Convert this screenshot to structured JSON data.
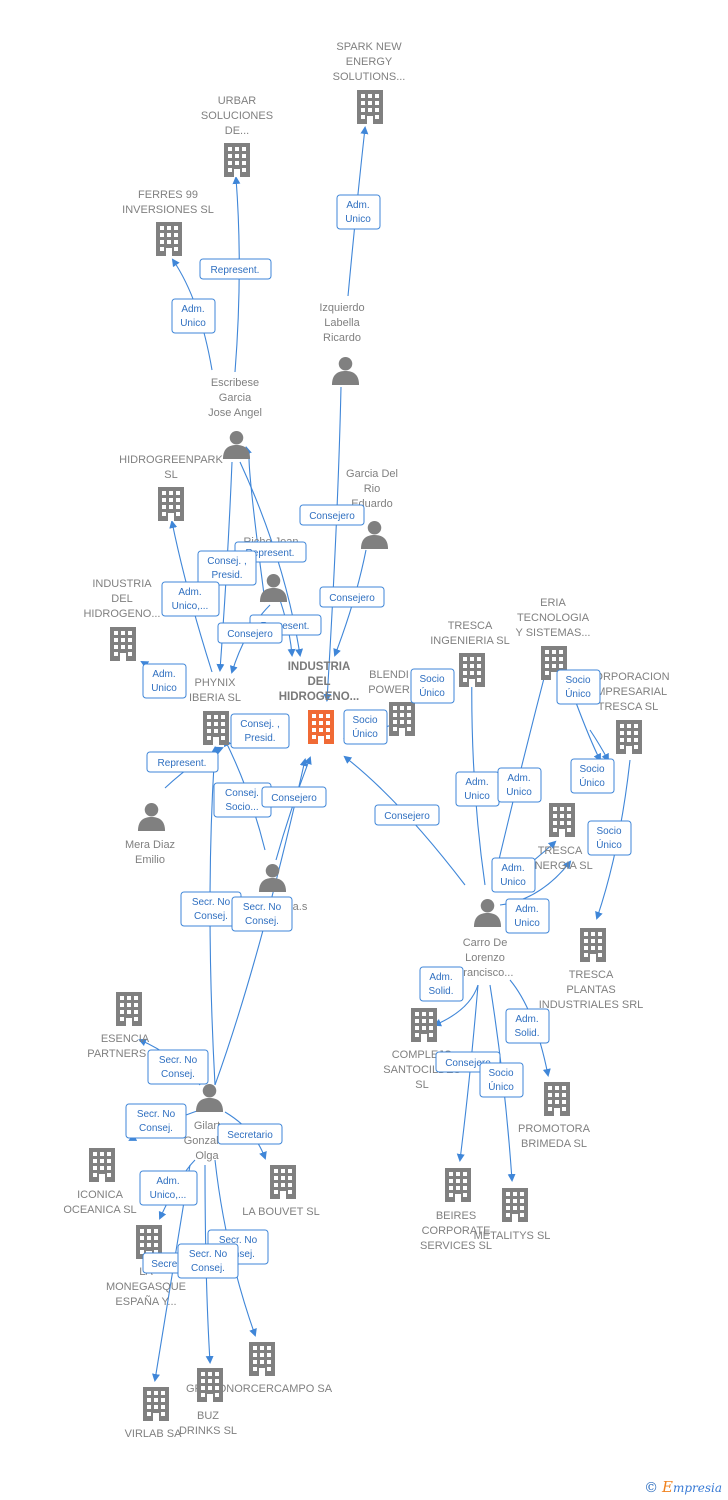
{
  "center": {
    "label": "INDUSTRIA DEL HIDROGENO...",
    "icon": "building-icon",
    "color": "#f06a35"
  },
  "nodes": [
    {
      "id": "spark",
      "type": "company",
      "label": "SPARK NEW ENERGY SOLUTIONS..."
    },
    {
      "id": "urbar",
      "type": "company",
      "label": "URBAR SOLUCIONES DE..."
    },
    {
      "id": "ferres",
      "type": "company",
      "label": "FERRES 99 INVERSIONES SL"
    },
    {
      "id": "izquierdo",
      "type": "person",
      "label": "Izquierdo Labella Ricardo"
    },
    {
      "id": "escribese",
      "type": "person",
      "label": "Escribese Garcia Jose Angel"
    },
    {
      "id": "hidrogreen",
      "type": "company",
      "label": "HIDROGREENPARK SL"
    },
    {
      "id": "garciadelrio",
      "type": "person",
      "label": "Garcia Del Rio Eduardo"
    },
    {
      "id": "richejean",
      "type": "person",
      "label": "Riche Jean"
    },
    {
      "id": "industria2",
      "type": "company",
      "label": "INDUSTRIA DEL HIDROGENO..."
    },
    {
      "id": "phynix",
      "type": "company",
      "label": "PHYNIX IBERIA SL"
    },
    {
      "id": "blendi",
      "type": "company",
      "label": "BLENDI POWER"
    },
    {
      "id": "tresca_ing",
      "type": "company",
      "label": "TRESCA INGENIERIA SL"
    },
    {
      "id": "eria",
      "type": "company",
      "label": "ERIA TECNOLOGIA Y SISTEMAS..."
    },
    {
      "id": "corporacion",
      "type": "company",
      "label": "CORPORACION EMPRESARIAL TRESCA SL"
    },
    {
      "id": "mera",
      "type": "person",
      "label": "Mera Diaz Emilio"
    },
    {
      "id": "tresca_energia",
      "type": "company",
      "label": "TRESCA ENERGIA SL"
    },
    {
      "id": "person_s",
      "type": "person",
      "label": "a.s"
    },
    {
      "id": "carro",
      "type": "person",
      "label": "Carro De Lorenzo Francisco..."
    },
    {
      "id": "tresca_plantas",
      "type": "company",
      "label": "TRESCA PLANTAS INDUSTRIALES SRL"
    },
    {
      "id": "esencia",
      "type": "company",
      "label": "ESENCIA PARTNERS SL"
    },
    {
      "id": "complejo",
      "type": "company",
      "label": "COMPLEJO SANTOCILDES SL"
    },
    {
      "id": "gilart",
      "type": "person",
      "label": "Gilart Gonzalez Olga"
    },
    {
      "id": "promotora",
      "type": "company",
      "label": "PROMOTORA BRIMEDA SL"
    },
    {
      "id": "iconica",
      "type": "company",
      "label": "ICONICA OCEANICA SL"
    },
    {
      "id": "labouvet",
      "type": "company",
      "label": "LA BOUVET SL"
    },
    {
      "id": "beires",
      "type": "company",
      "label": "BEIRES CORPORATE SERVICES SL"
    },
    {
      "id": "metalitys",
      "type": "company",
      "label": "METALITYS SL"
    },
    {
      "id": "monegasque",
      "type": "company",
      "label": "LA MONEGASQUE ESPAÑA Y..."
    },
    {
      "id": "gruponor",
      "type": "company",
      "label": "GRUPONORCERCAMPO SA"
    },
    {
      "id": "buz",
      "type": "company",
      "label": "BUZ DRINKS SL"
    },
    {
      "id": "virlab",
      "type": "company",
      "label": "VIRLAB SA"
    }
  ],
  "relations": [
    {
      "label": "Adm. Unico"
    },
    {
      "label": "Represent."
    },
    {
      "label": "Adm. Unico"
    },
    {
      "label": "Consejero"
    },
    {
      "label": "Represent."
    },
    {
      "label": "Consej. , Presid."
    },
    {
      "label": "Adm. Unico,..."
    },
    {
      "label": "Consejero"
    },
    {
      "label": "Represent."
    },
    {
      "label": "Consejero"
    },
    {
      "label": "Adm. Unico"
    },
    {
      "label": "Consej. , Presid."
    },
    {
      "label": "Socio Único"
    },
    {
      "label": "Socio Único"
    },
    {
      "label": "Socio Único"
    },
    {
      "label": "Socio Único"
    },
    {
      "label": "Socio Único"
    },
    {
      "label": "Represent."
    },
    {
      "label": "Consej. Socio..."
    },
    {
      "label": "Consejero"
    },
    {
      "label": "Consejero"
    },
    {
      "label": "Adm. Unico"
    },
    {
      "label": "Adm. Unico"
    },
    {
      "label": "Adm. Unico"
    },
    {
      "label": "Adm. Unico"
    },
    {
      "label": "Secr. No Consej."
    },
    {
      "label": "Secr. No Consej."
    },
    {
      "label": "Adm. Solid."
    },
    {
      "label": "Adm. Solid."
    },
    {
      "label": "Secr. No Consej."
    },
    {
      "label": "Consejero"
    },
    {
      "label": "Socio Único"
    },
    {
      "label": "Secr. No Consej."
    },
    {
      "label": "Secretario"
    },
    {
      "label": "Adm. Unico,..."
    },
    {
      "label": "Secr. No Consej."
    },
    {
      "label": "Secretario"
    },
    {
      "label": "Secr. No Consej."
    }
  ],
  "footer": {
    "copyright": "©",
    "brand_e": "E",
    "brand_rest": "mpresia"
  },
  "colors": {
    "edge": "#3f86d8",
    "node": "#808080",
    "center": "#f06a35"
  }
}
